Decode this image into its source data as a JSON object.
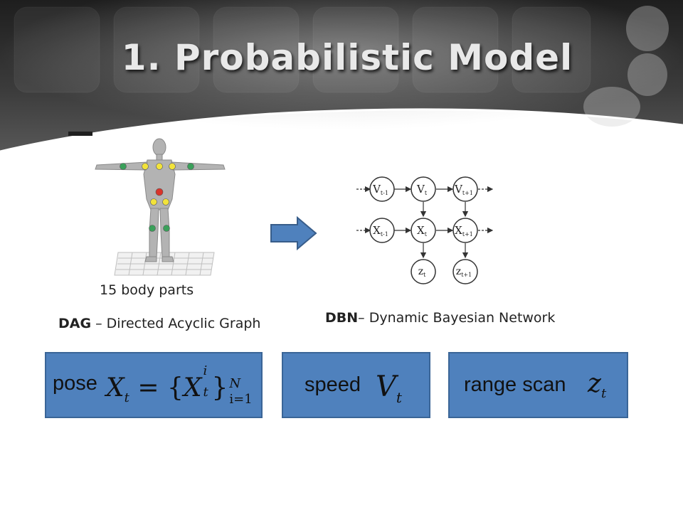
{
  "slide": {
    "title": "1. Probabilistic Model",
    "colors": {
      "header_dark": "#2b2b2b",
      "box_fill": "#4f81bd",
      "box_border": "#3a6597",
      "arrow": "#4f81bd"
    }
  },
  "human_model": {
    "caption": "15 body parts",
    "dag_abbr": "DAG",
    "dag_text": " – Directed Acyclic Graph"
  },
  "dbn": {
    "nodes": {
      "v_prev": "V",
      "v_prev_sub": "t-1",
      "v_cur": "V",
      "v_cur_sub": "t",
      "v_next": "V",
      "v_next_sub": "t+1",
      "x_prev": "X",
      "x_prev_sub": "t-1",
      "x_cur": "X",
      "x_cur_sub": "t",
      "x_next": "X",
      "x_next_sub": "t+1",
      "z_cur": "z",
      "z_cur_sub": "t",
      "z_next": "z",
      "z_next_sub": "t+1"
    },
    "abbr": "DBN",
    "text": "– Dynamic Bayesian Network"
  },
  "boxes": {
    "pose_label": "pose",
    "pose_formula": {
      "lhs": "X",
      "lhs_sub": "t",
      "eq": "=",
      "set_var": "X",
      "set_sup": "i",
      "set_sub": "t",
      "upper": "N",
      "lower": "i=1"
    },
    "speed_label": "speed",
    "speed_formula": {
      "var": "V",
      "sub": "t"
    },
    "range_label": "range scan",
    "range_formula": {
      "var": "z",
      "sub": "t"
    }
  }
}
